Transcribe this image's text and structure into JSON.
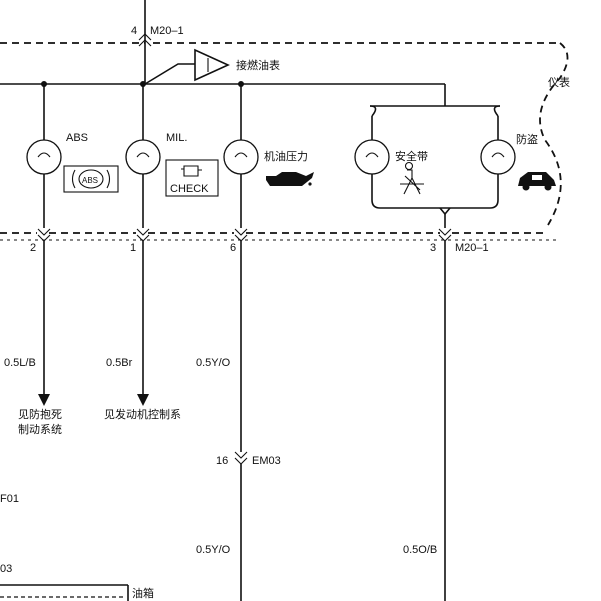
{
  "connectors": {
    "top_pin": "4",
    "top_name": "M20–1",
    "pin_abs": "2",
    "pin_mil": "1",
    "pin_oil": "6",
    "pin_right": "3",
    "bottom_name": "M20–1",
    "em_pin": "16",
    "em_name": "EM03",
    "left_f": "F01",
    "left_03": "03"
  },
  "fuel_gauge_label": "接燃油表",
  "cluster_label": "仪表",
  "lamps": {
    "abs_label": "ABS",
    "abs_icon_text": "ABS",
    "mil_label": "MIL.",
    "check_text": "CHECK",
    "oil_label": "机油压力",
    "seatbelt_label": "安全带",
    "theft_label": "防盗"
  },
  "wires": {
    "abs_wire": "0.5L/B",
    "mil_wire": "0.5Br",
    "oil_wire_top": "0.5Y/O",
    "oil_wire_bottom": "0.5Y/O",
    "right_wire": "0.5O/B"
  },
  "refs": {
    "abs_ref_line1": "见防抱死",
    "abs_ref_line2": "制动系统",
    "mil_ref": "见发动机控制系"
  },
  "fuel_tank_label": "油箱"
}
